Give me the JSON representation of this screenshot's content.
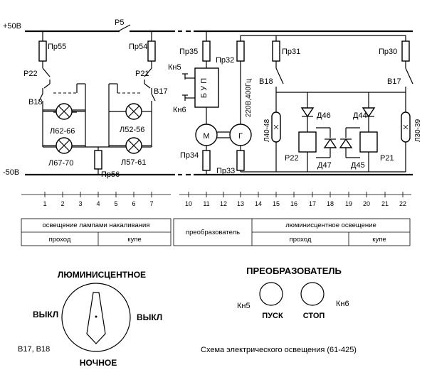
{
  "buses": {
    "plus": "+50В",
    "minus": "-50В"
  },
  "switches": {
    "main": "Р5"
  },
  "fuses": {
    "f55": "Пр55",
    "f54": "Пр54",
    "f35": "Пр35",
    "f32": "Пр32",
    "f31": "Пр31",
    "f30": "Пр30",
    "f34": "Пр34",
    "f33": "Пр33",
    "f56": "Пр56"
  },
  "relays": {
    "r22a": "Р22",
    "r21a": "Р21",
    "r22b": "Р22",
    "r21b": "Р21"
  },
  "breakers": {
    "b18a": "В18",
    "b17a": "В17",
    "b18b": "В18",
    "b17b": "В17"
  },
  "lamps": {
    "l1": "Л62-66",
    "l2": "Л52-56",
    "l3": "Л67-70",
    "l4": "Л57-61"
  },
  "fluor": {
    "left": "Л40-48",
    "right": "Л30-39"
  },
  "diodes": {
    "d46": "Д46",
    "d47": "Д47",
    "d44": "Д44",
    "d45": "Д45"
  },
  "converter": {
    "bup": "Б У П",
    "motor": "М",
    "gen": "Г",
    "kn5": "Кн5",
    "kn6": "Кн6",
    "voltage": "220В,400Гц"
  },
  "ticks": [
    "1",
    "2",
    "3",
    "4",
    "5",
    "6",
    "7",
    "10",
    "11",
    "12",
    "13",
    "14",
    "15",
    "16",
    "17",
    "18",
    "19",
    "20",
    "21",
    "22"
  ],
  "table_left": {
    "header": "освещение лампами накаливания",
    "col1": "проход",
    "col2": "купе"
  },
  "table_right": {
    "header_left": "преобразователь",
    "header_right": "люминисцентное освещение",
    "col1": "проход",
    "col2": "купе"
  },
  "dial": {
    "top": "ЛЮМИНИСЦЕНТНОЕ",
    "left": "ВЫКЛ",
    "right": "ВЫКЛ",
    "bottom": "НОЧНОЕ",
    "caption": "В17, В18"
  },
  "panel": {
    "title": "ПРЕОБРАЗОВАТЕЛЬ",
    "kn5": "Кн5",
    "kn6": "Кн6",
    "start": "ПУСК",
    "stop": "СТОП"
  },
  "caption": "Схема электрического освещения (61-425)"
}
